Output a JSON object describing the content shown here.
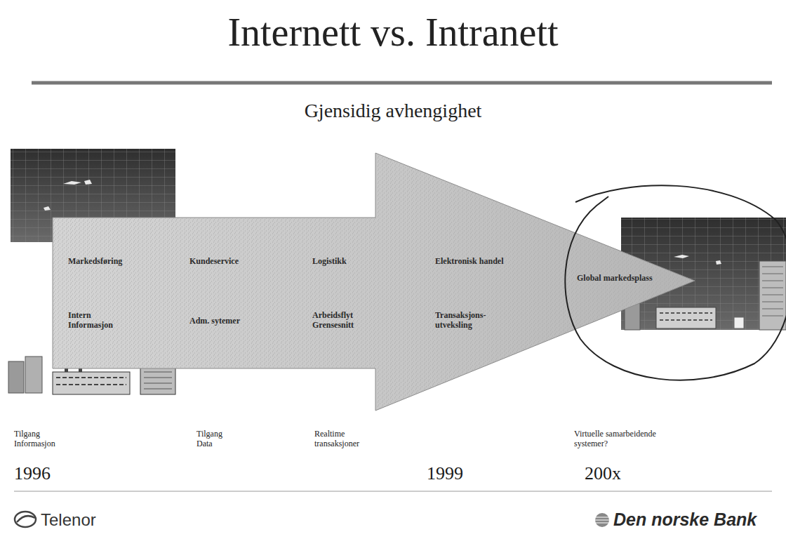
{
  "diagram": {
    "title": "Internett vs. Intranett",
    "caption": "Gjensidig avhengighet",
    "nodes": [
      {
        "text": [
          "Markedsføring",
          "Intern Informasjon",
          "Kundeservice",
          "Adm. sytemer",
          "Logistikk",
          "Arbeidsflyt Grensesnitt",
          "Elektronisk handel",
          "Transaksjons- utveksling",
          "Global markedsplass"
        ]
      }
    ],
    "labels": [
      "Tilgang Informasjon",
      "Tilgang Data",
      "Realtime transaksjoner",
      "Virtuelle samarbeidende systemer?",
      "1996",
      "1999",
      "200x",
      "Telenor",
      "Den norske Bank"
    ]
  }
}
